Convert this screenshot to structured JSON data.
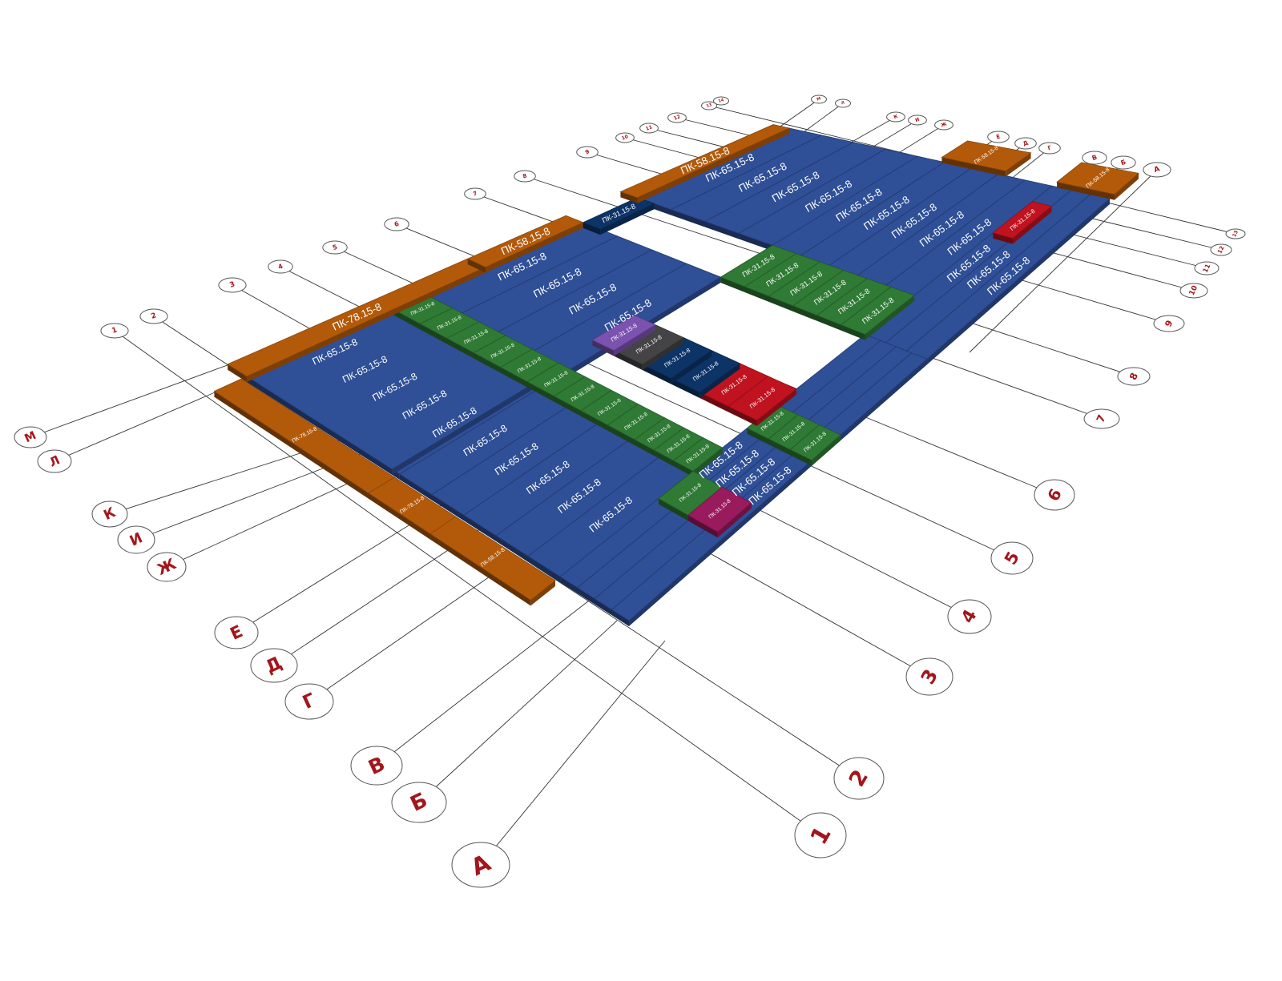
{
  "colors": {
    "hollow_slab": "#2f4f97",
    "green_slab": "#2f7a34",
    "brace_beam": "#b35a0a",
    "red_slab": "#c0121f",
    "navy_slab": "#0d3466",
    "purple_slab": "#7b52b0",
    "gray_slab": "#444446",
    "magenta_slab": "#9a1a5e",
    "axis_line": "#333333",
    "bubble_text": "#a3161c"
  },
  "axes": {
    "letters_left": [
      "М",
      "Л",
      "К",
      "И",
      "Ж",
      "Е",
      "Д",
      "Г",
      "В",
      "Б",
      "А"
    ],
    "numbers_bottom": [
      "1",
      "2",
      "3",
      "4",
      "5",
      "6"
    ],
    "numbers_right": [
      "7",
      "8",
      "9",
      "10",
      "11",
      "12",
      "13"
    ],
    "bubbles_back": [
      "1",
      "2",
      "3",
      "4",
      "5",
      "6",
      "7",
      "8",
      "9",
      "10",
      "11",
      "12",
      "13",
      "14",
      "М",
      "Л",
      "К",
      "И",
      "Ж",
      "Е",
      "Д",
      "Г",
      "В",
      "Б",
      "А"
    ]
  },
  "slab_labels": {
    "pk_65": "ПК-65.15-8",
    "pk_31": "ПК-31.15-8",
    "pk_78": "ПК-78.15-8",
    "pk_58": "ПК-58.15-8"
  }
}
